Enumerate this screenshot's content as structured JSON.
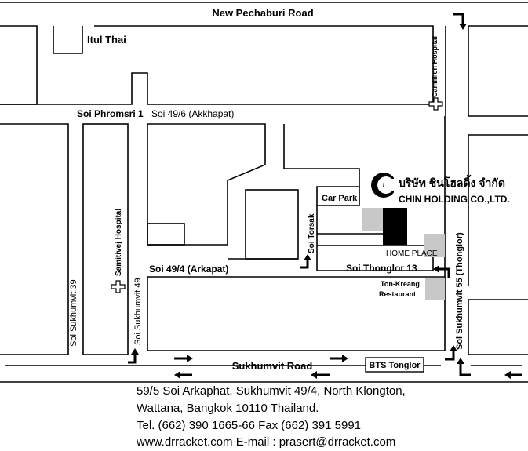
{
  "roads": {
    "new_pechaburi": "New Pechaburi Road",
    "sukhumvit": "Sukhumvit Road",
    "soi_phromsri": "Soi Phromsri 1",
    "soi_49_6": "Soi 49/6 (Akkhapat)",
    "soi_49_4": "Soi 49/4 (Arkapat)",
    "soi_thonglor_13": "Soi Thonglor 13",
    "soi_torsak": "Soi Torsak",
    "soi_sukhumvit_39": "Soi Sukhumvit 39",
    "soi_sukhumvit_49": "Soi Sukhumvit 49",
    "soi_sukhumvit_55": "Soi Sukhumvit 55 (Thonglor)"
  },
  "landmarks": {
    "itul_thai": "Itul Thai",
    "camillien": "Camillien Hospital",
    "samitivej": "Samitivej  Hospital",
    "car_park": "Car Park",
    "home_place": "HOME PLACE",
    "ton_kreang_1": "Ton-Kreang",
    "ton_kreang_2": "Restaurant",
    "bts": "BTS Tonglor"
  },
  "company": {
    "name_thai": "บริษัท ชินโฮลดิ้ง จำกัด",
    "name_en": "CHIN HOLDING CO.,LTD."
  },
  "address": {
    "line1": "59/5 Soi Arkaphat, Sukhumvit 49/4, North Klongton,",
    "line2": "Wattana, Bangkok 10110 Thailand.",
    "line3": "Tel. (662) 390 1665-66 Fax (662) 391 5991",
    "line4": "www.drracket.com   E-mail : prasert@drracket.com"
  },
  "colors": {
    "line": "#000000",
    "building_gray": "#c8c8c8",
    "highlight_building": "#000000",
    "background": "#ffffff"
  },
  "icons": [
    "hospital-cross-icon",
    "arrow-icon",
    "company-logo-icon"
  ]
}
